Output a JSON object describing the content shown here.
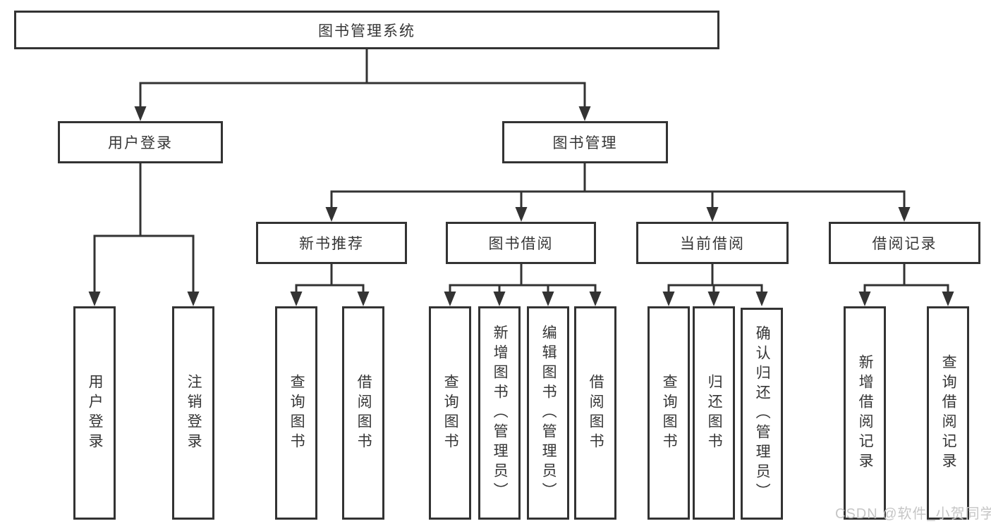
{
  "tree": {
    "label": "图书管理系统",
    "children": [
      {
        "label": "用户登录",
        "children": [
          {
            "label": "用户登录"
          },
          {
            "label": "注销登录"
          }
        ]
      },
      {
        "label": "图书管理",
        "children": [
          {
            "label": "新书推荐",
            "children": [
              {
                "label": "查询图书"
              },
              {
                "label": "借阅图书"
              }
            ]
          },
          {
            "label": "图书借阅",
            "children": [
              {
                "label": "查询图书"
              },
              {
                "label": "新增图书（管理员）"
              },
              {
                "label": "编辑图书（管理员）"
              },
              {
                "label": "借阅图书"
              }
            ]
          },
          {
            "label": "当前借阅",
            "children": [
              {
                "label": "查询图书"
              },
              {
                "label": "归还图书"
              },
              {
                "label": "确认归还（管理员）"
              }
            ]
          },
          {
            "label": "借阅记录",
            "children": [
              {
                "label": "新增借阅记录"
              },
              {
                "label": "查询借阅记录"
              }
            ]
          }
        ]
      }
    ]
  },
  "watermark": "CSDN @软件_小贺同学",
  "colors": {
    "line": "#333333",
    "text": "#363636",
    "watermark": "#c6c6c6",
    "background": "#ffffff"
  }
}
